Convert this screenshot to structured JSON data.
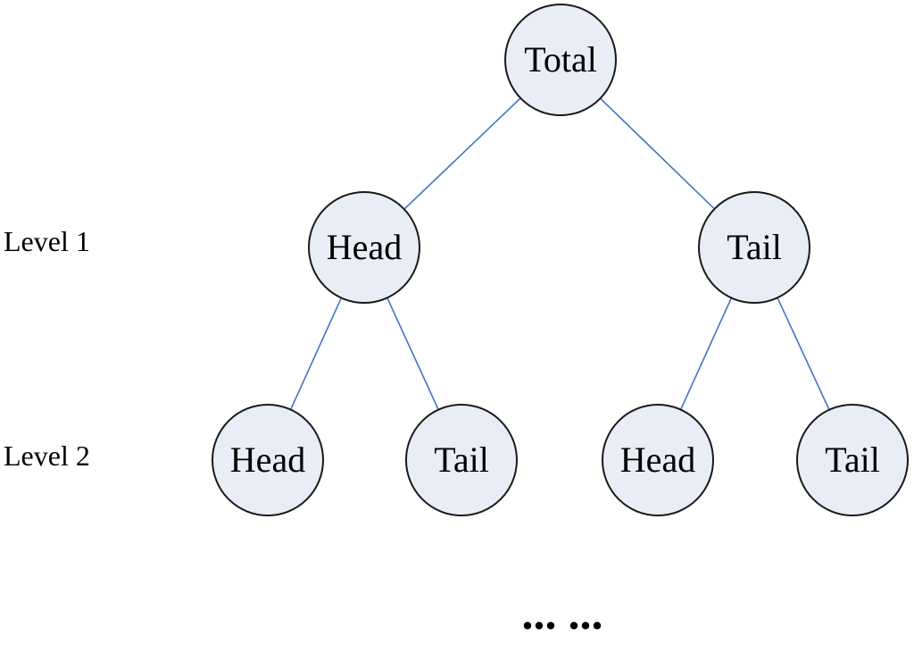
{
  "diagram_type": "binary-tree",
  "colors": {
    "node_fill": "#e9edf6",
    "node_border": "#1a1a1a",
    "edge_line": "#4472c4",
    "background": "#ffffff",
    "text": "#000000"
  },
  "row_labels": [
    {
      "label": "Level 1"
    },
    {
      "label": "Level 2"
    }
  ],
  "nodes": {
    "root": {
      "label": "Total",
      "level": 0
    },
    "l1_head": {
      "label": "Head",
      "level": 1
    },
    "l1_tail": {
      "label": "Tail",
      "level": 1
    },
    "l2_head_left": {
      "label": "Head",
      "level": 2
    },
    "l2_tail_left": {
      "label": "Tail",
      "level": 2
    },
    "l2_head_right": {
      "label": "Head",
      "level": 2
    },
    "l2_tail_right": {
      "label": "Tail",
      "level": 2
    }
  },
  "edges": [
    {
      "from": "root",
      "to": "l1_head"
    },
    {
      "from": "root",
      "to": "l1_tail"
    },
    {
      "from": "l1_head",
      "to": "l2_head_left"
    },
    {
      "from": "l1_head",
      "to": "l2_tail_left"
    },
    {
      "from": "l1_tail",
      "to": "l2_head_right"
    },
    {
      "from": "l1_tail",
      "to": "l2_tail_right"
    }
  ],
  "continuation_text": "... ..."
}
